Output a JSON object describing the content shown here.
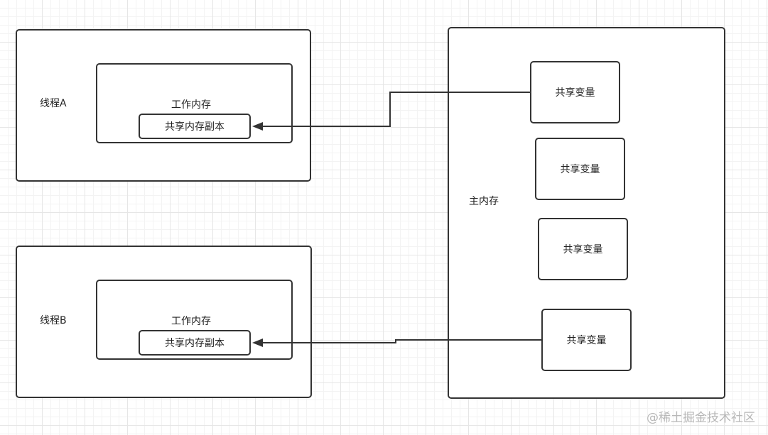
{
  "thread_a": {
    "label": "线程A",
    "working_memory_label": "工作内存",
    "copy_label": "共享内存副本"
  },
  "thread_b": {
    "label": "线程B",
    "working_memory_label": "工作内存",
    "copy_label": "共享内存副本"
  },
  "main_memory": {
    "label": "主内存",
    "shared_variables": [
      "共享变量",
      "共享变量",
      "共享变量",
      "共享变量"
    ]
  },
  "watermark": "@稀土掘金技术社区",
  "colors": {
    "stroke": "#333333",
    "grid": "#e6e6e6",
    "watermark": "#b8b8b8"
  }
}
